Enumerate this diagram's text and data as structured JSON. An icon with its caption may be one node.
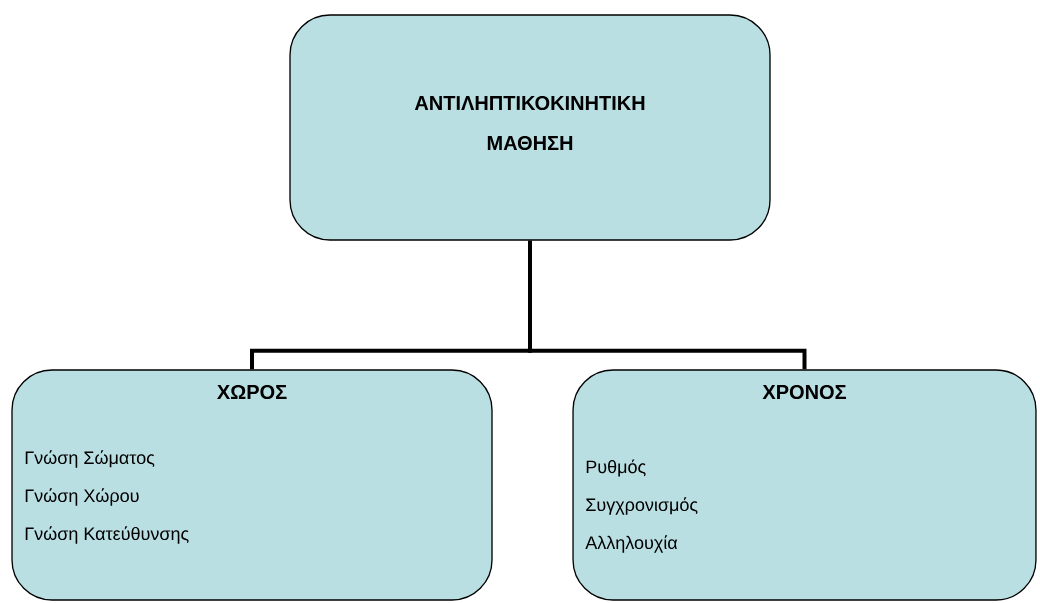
{
  "diagram": {
    "nodes": [
      {
        "text": [
          "ΑΝΤΙΛΗΠΤΙΚΟΚΙΝΗΤΙΚΗ ΜΑΘΗΣΗ"
        ]
      },
      {
        "text": [
          "ΧΩΡΟΣ",
          "Γνώση Σώματος",
          "Γνώση Χώρου",
          "Γνώση Κατεύθυνσης"
        ]
      },
      {
        "text": [
          "ΧΡΟΝΟΣ",
          "Ρυθμός",
          "Συγχρονισμός",
          "Αλληλουχία"
        ]
      }
    ],
    "edges": [
      {
        "from": 0,
        "to": 1,
        "arrow": "none"
      },
      {
        "from": 0,
        "to": 2,
        "arrow": "none"
      }
    ]
  }
}
